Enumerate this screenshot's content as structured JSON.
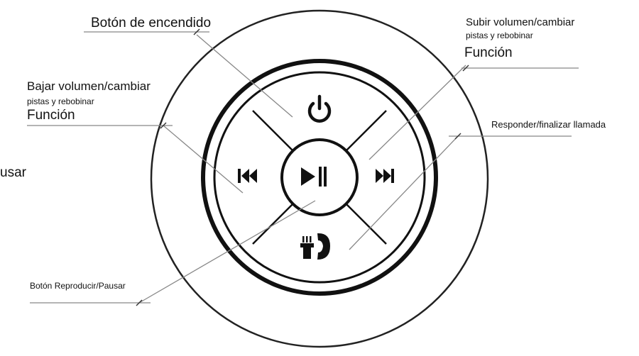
{
  "labels": {
    "power": "Botón de encendido",
    "vol_up_line1": "Subir volumen/cambiar",
    "vol_up_line2": "pistas y rebobinar",
    "vol_up_line3": "Función",
    "vol_down_line1": "Bajar volumen/cambiar",
    "vol_down_line2": "pistas y rebobinar",
    "vol_down_line3": "Función",
    "pausar_fragment": "usar",
    "answer_call": "Responder/finalizar llamada",
    "play_pause": "Botón Reproducir/Pausar"
  },
  "icons": {
    "power": "power-icon",
    "previous": "previous-track-icon",
    "play_pause": "play-pause-icon",
    "next": "next-track-icon",
    "flashlight": "flashlight-icon",
    "phone": "phone-icon"
  },
  "colors": {
    "ink": "#111111",
    "leader": "#888888",
    "background": "#ffffff"
  }
}
